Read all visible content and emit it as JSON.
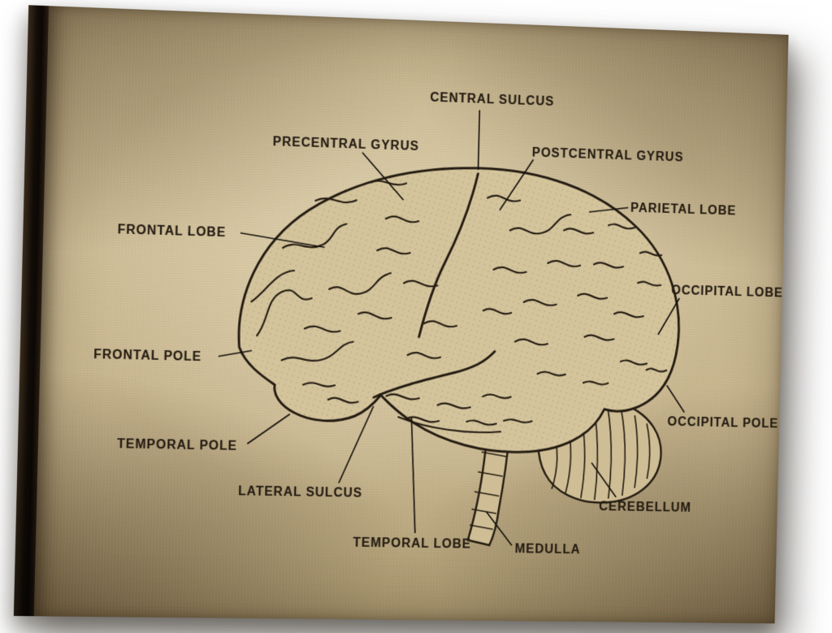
{
  "labels": {
    "central_sulcus": "CENTRAL SULCUS",
    "precentral_gyrus": "PRECENTRAL GYRUS",
    "postcentral_gyrus": "POSTCENTRAL GYRUS",
    "parietal_lobe": "PARIETAL LOBE",
    "frontal_lobe": "FRONTAL LOBE",
    "occipital_lobe": "OCCIPITAL LOBE",
    "frontal_pole": "FRONTAL POLE",
    "occipital_pole": "OCCIPITAL POLE",
    "temporal_pole": "TEMPORAL POLE",
    "lateral_sulcus": "LATERAL SULCUS",
    "cerebellum": "CEREBELLUM",
    "temporal_lobe": "TEMPORAL LOBE",
    "medulla": "MEDULLA"
  },
  "colors": {
    "page_background": "#ffffff",
    "paper": "#c7b58e",
    "paper_highlight": "#e9dcba",
    "paper_shadow": "#6f5838",
    "ink": "#241c12",
    "canvas_edge": "#17100a"
  }
}
